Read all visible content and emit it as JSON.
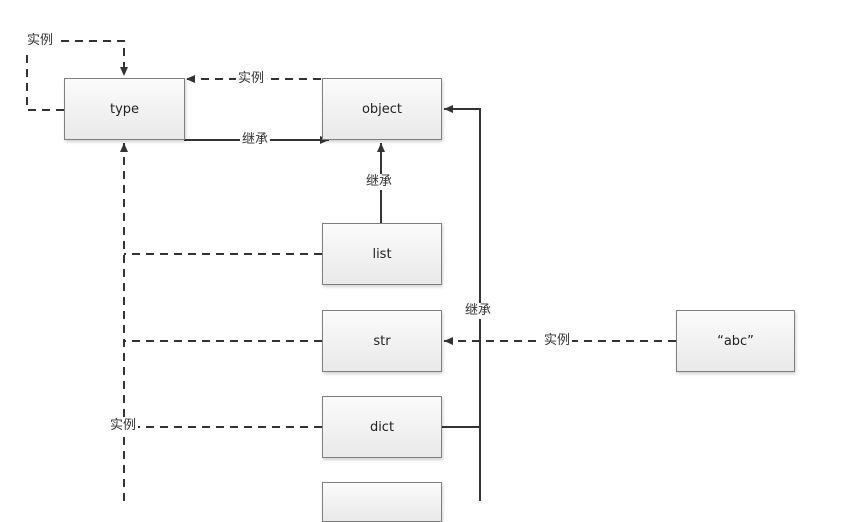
{
  "nodes": {
    "type": "type",
    "object": "object",
    "list": "list",
    "str": "str",
    "dict": "dict",
    "abc": "“abc”"
  },
  "edge_labels": {
    "instance": "实例",
    "inherit": "继承"
  }
}
